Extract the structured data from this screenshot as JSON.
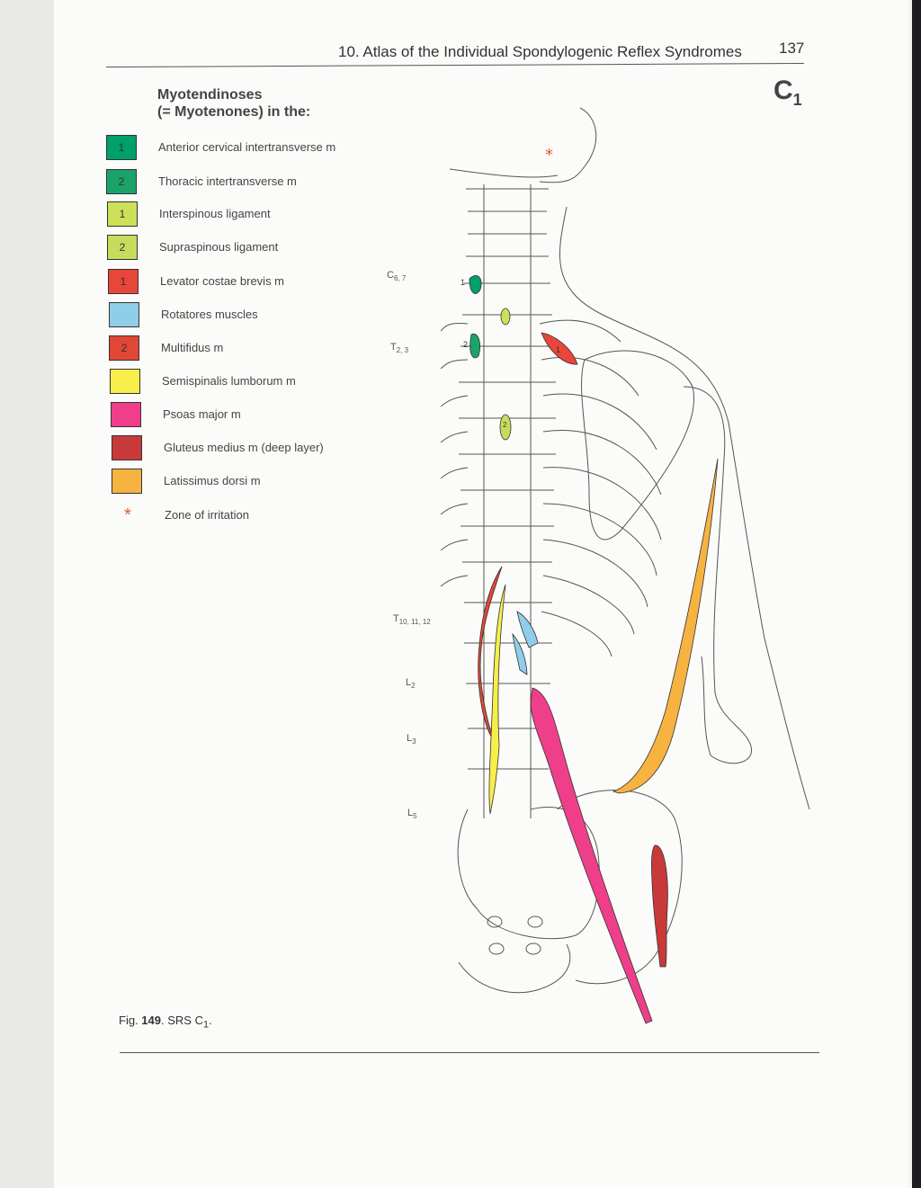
{
  "header": {
    "running_head": "10. Atlas of the Individual Spondylogenic Reflex Syndromes",
    "page_number": "137",
    "section_id": "C",
    "section_sub": "1"
  },
  "legend": {
    "title_line1": "Myotendinoses",
    "title_line2": "(= Myotenones) in the:",
    "items": [
      {
        "num": "1",
        "color": "#00a06a",
        "label": "Anterior cervical intertransverse m"
      },
      {
        "num": "2",
        "color": "#1aa36a",
        "label": "Thoracic intertransverse m"
      },
      {
        "num": "1",
        "color": "#cde05a",
        "label": "Interspinous ligament"
      },
      {
        "num": "2",
        "color": "#c7dc5c",
        "label": "Supraspinous ligament"
      },
      {
        "num": "1",
        "color": "#e8463a",
        "label": "Levator costae brevis m"
      },
      {
        "num": "",
        "color": "#8fcde8",
        "label": "Rotatores muscles"
      },
      {
        "num": "2",
        "color": "#e14735",
        "label": "Multifidus m"
      },
      {
        "num": "",
        "color": "#f7ee4a",
        "label": "Semispinalis lumborum m"
      },
      {
        "num": "",
        "color": "#ef3f8a",
        "label": "Psoas major m"
      },
      {
        "num": "",
        "color": "#c83a3a",
        "label": "Gluteus medius m (deep layer)"
      },
      {
        "num": "",
        "color": "#f7b340",
        "label": "Latissimus dorsi m"
      }
    ],
    "irritation_symbol": "*",
    "irritation_label": "Zone of irritation",
    "irritation_color": "#e05a2a"
  },
  "levels": {
    "c67": "C",
    "c67_sub": "6, 7",
    "t23": "T",
    "t23_sub": "2, 3",
    "t101112": "T",
    "t101112_sub": "10, 11, 12",
    "l2": "L",
    "l2_sub": "2",
    "l3": "L",
    "l3_sub": "3",
    "l5": "L",
    "l5_sub": "5"
  },
  "figure": {
    "label_prefix": "Fig.",
    "number": "149",
    "caption_text": ". SRS C",
    "caption_sub": "1",
    "caption_end": "."
  },
  "figure_marks": {
    "mark_1a": "1",
    "mark_2a": "2",
    "mark_1b": "1",
    "mark_2b": "2"
  }
}
